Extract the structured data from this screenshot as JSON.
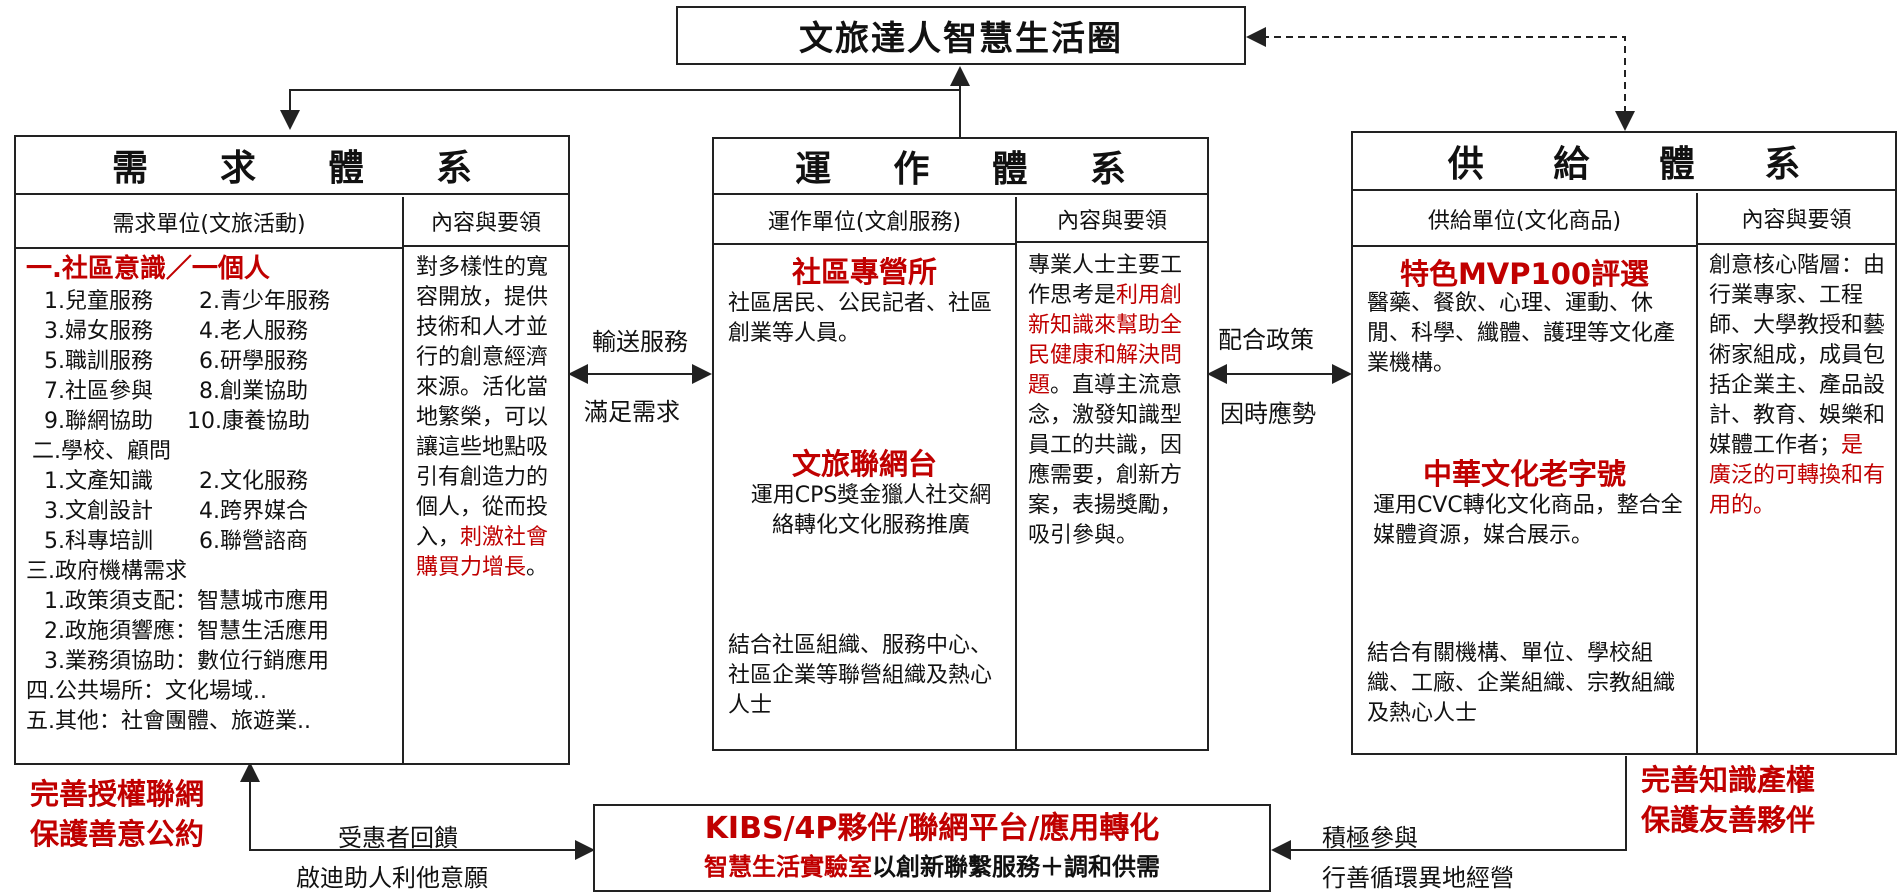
{
  "top_title": "文旅達人智慧生活圈",
  "demand": {
    "title_chars": [
      "需",
      "求",
      "體",
      "系"
    ],
    "col1_header": "需求單位(文旅活動)",
    "col2_header": "內容與要領",
    "sec1_title": "一.社區意識／一個人",
    "sec1_items": [
      "1.兒童服務",
      "2.青少年服務",
      "3.婦女服務",
      "4.老人服務",
      "5.職訓服務",
      "6.研學服務",
      "7.社區參與",
      "8.創業協助",
      "9.聯網協助",
      "10.康養協助"
    ],
    "sec2_title": "二.學校、顧問",
    "sec2_items": [
      "1.文產知識",
      "2.文化服務",
      "3.文創設計",
      "4.跨界媒合",
      "5.科專培訓",
      "6.聯營諮商"
    ],
    "sec3_title": "三.政府機構需求",
    "sec3_items": [
      "1.政策須支配：智慧城市應用",
      "2.政施須響應：智慧生活應用",
      "3.業務須協助：數位行銷應用"
    ],
    "sec4": "四.公共場所：文化場域..",
    "sec5": "五.其他：社會團體、旅遊業..",
    "content_black": "對多樣性的寬容開放，提供技術和人才並行的創意經濟來源。活化當地繁榮，可以讓這些地點吸引有創造力的個人，從而投入，",
    "content_red": "刺激社會購買力增長",
    "content_end": "。"
  },
  "operation": {
    "title_chars": [
      "運",
      "作",
      "體",
      "系"
    ],
    "col1_header": "運作單位(文創服務)",
    "col2_header": "內容與要領",
    "block1_title": "社區專營所",
    "block1_text": "社區居民、公民記者、社區創業等人員。",
    "block2_title": "文旅聯網台",
    "block2_text": "運用CPS獎金獵人社交網絡轉化文化服務推廣",
    "block3_text": "結合社區組織、服務中心、社區企業等聯營組織及熱心人士",
    "content_pre": "專業人士主要工作思考是",
    "content_red": "利用創新知識來幫助全民健康和解決問題",
    "content_post": "。直導主流意念，激發知識型員工的共識，因應需要，創新方案，表揚獎勵，吸引參與。"
  },
  "supply": {
    "title_chars": [
      "供",
      "給",
      "體",
      "系"
    ],
    "col1_header": "供給單位(文化商品)",
    "col2_header": "內容與要領",
    "block1_title": "特色MVP100評選",
    "block1_text": "醫藥、餐飲、心理、運動、休閒、科學、纖體、護理等文化產業機構。",
    "block2_title": "中華文化老字號",
    "block2_text": "運用CVC轉化文化商品，整合全媒體資源，媒合展示。",
    "block3_text": "結合有關機構、單位、學校組織、工廠、企業組織、宗教組織及熱心人士",
    "content_black": "創意核心階層：由行業專家、工程師、大學教授和藝術家組成，成員包括企業主、產品設計、教育、娛樂和媒體工作者；",
    "content_red": "是廣泛的可轉換和有用的。"
  },
  "labels": {
    "left_top": "輸送服務",
    "left_bottom": "滿足需求",
    "right_top": "配合政策",
    "right_bottom": "因時應勢",
    "bottom_left_red_1": "完善授權聯網",
    "bottom_left_red_2": "保護善意公約",
    "bottom_right_red_1": "完善知識產權",
    "bottom_right_red_2": "保護友善夥伴",
    "feedback_1": "受惠者回饋",
    "feedback_2": "啟迪助人利他意願",
    "participate_1": "積極參與",
    "participate_2": "行善循環異地經營"
  },
  "bottom_box": {
    "line1": "KIBS/4P夥伴/聯網平台/應用轉化",
    "line2_red": "智慧生活實驗室",
    "line2_rest": "以創新聯繫服務＋調和供需"
  }
}
